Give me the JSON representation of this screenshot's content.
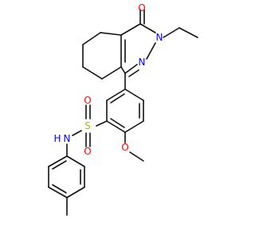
{
  "colors": {
    "carbon_bond": "#111111",
    "oxygen": "#ff0000",
    "nitrogen": "#0000ff",
    "sulfur": "#b3b300",
    "background": "#ffffff"
  },
  "atoms": {
    "ketone_oxygen": "O",
    "ring_n2": "N",
    "ring_n3": "N",
    "sulfur": "S",
    "sulfonyl_o1": "O",
    "sulfonyl_o2": "O",
    "methoxy_oxygen": "O",
    "amide_nh": "N",
    "amide_h": "H"
  },
  "icons": {
    "structure": "chemical-structure-icon"
  }
}
